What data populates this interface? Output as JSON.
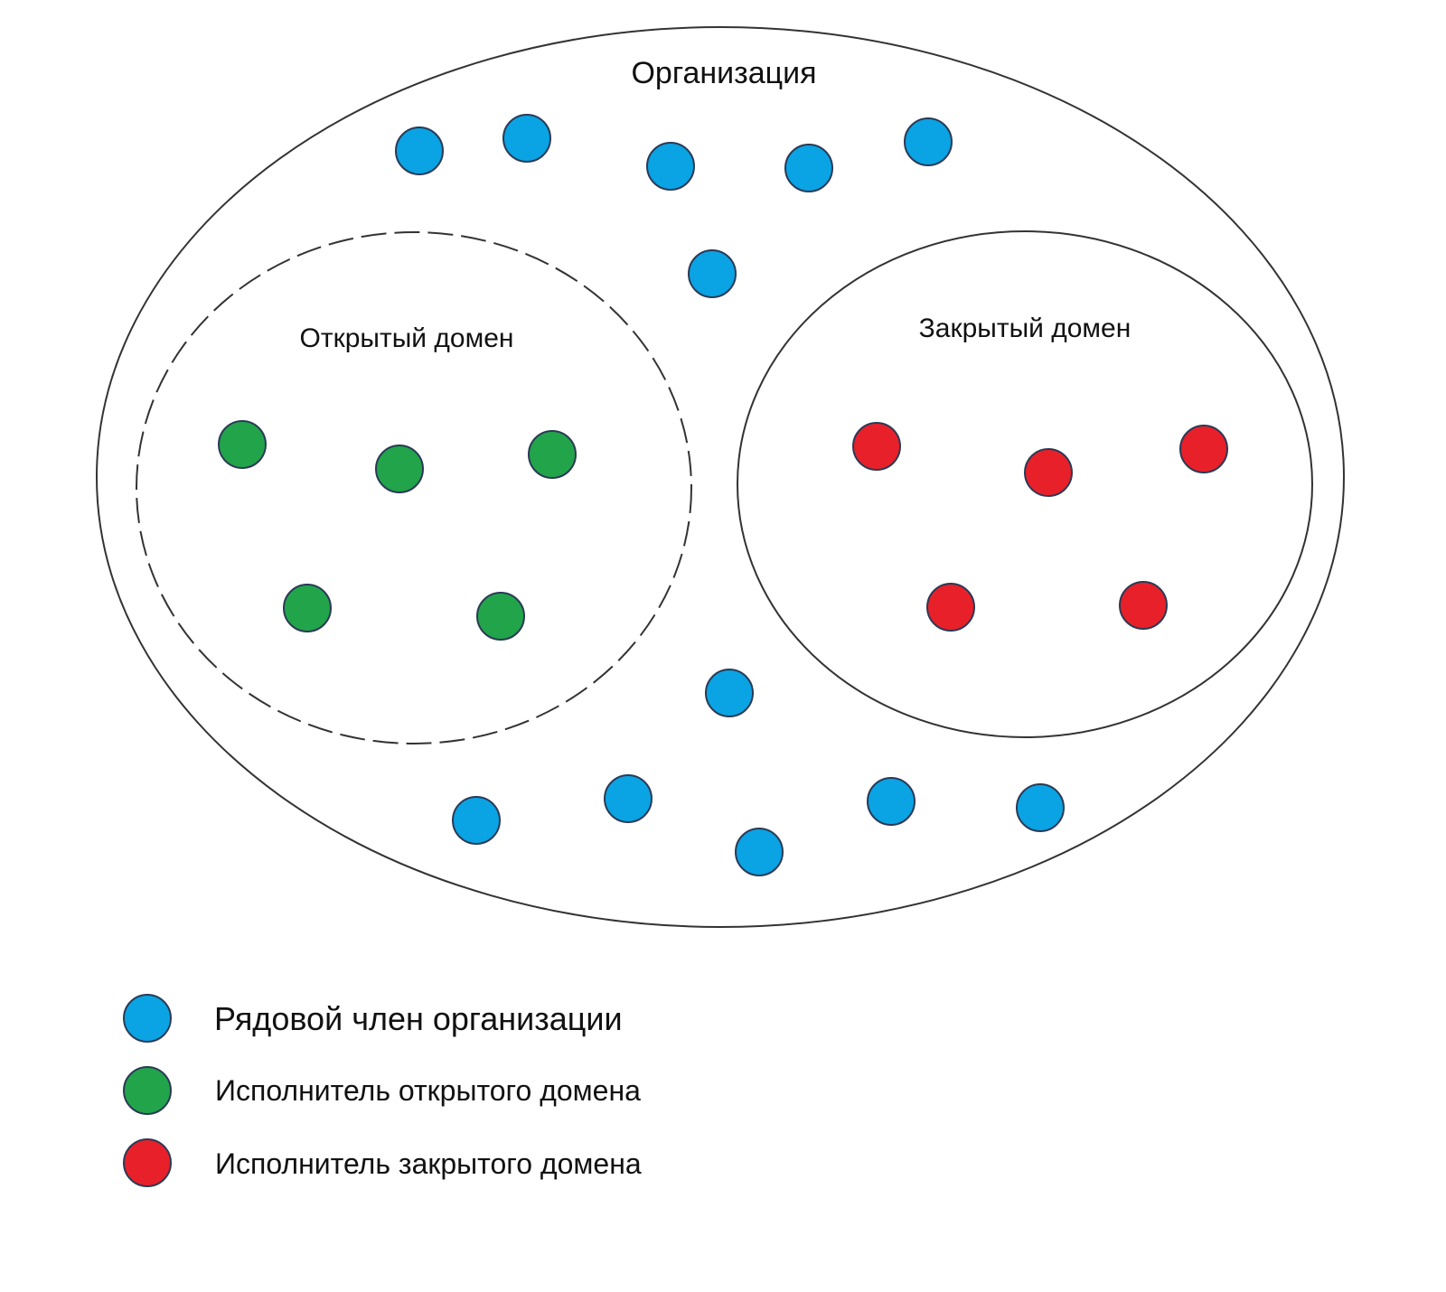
{
  "colors": {
    "member": "#0aa3e3",
    "open_executor": "#22a44a",
    "closed_executor": "#e8202a",
    "outline": "#333333"
  },
  "organization": {
    "title": "Организация"
  },
  "open_domain": {
    "title": "Открытый домен"
  },
  "closed_domain": {
    "title": "Закрытый домен"
  },
  "legend": {
    "member": "Рядовой член организации",
    "open_executor": "Исполнитель открытого домена",
    "closed_executor": "Исполнитель закрытого домена"
  }
}
